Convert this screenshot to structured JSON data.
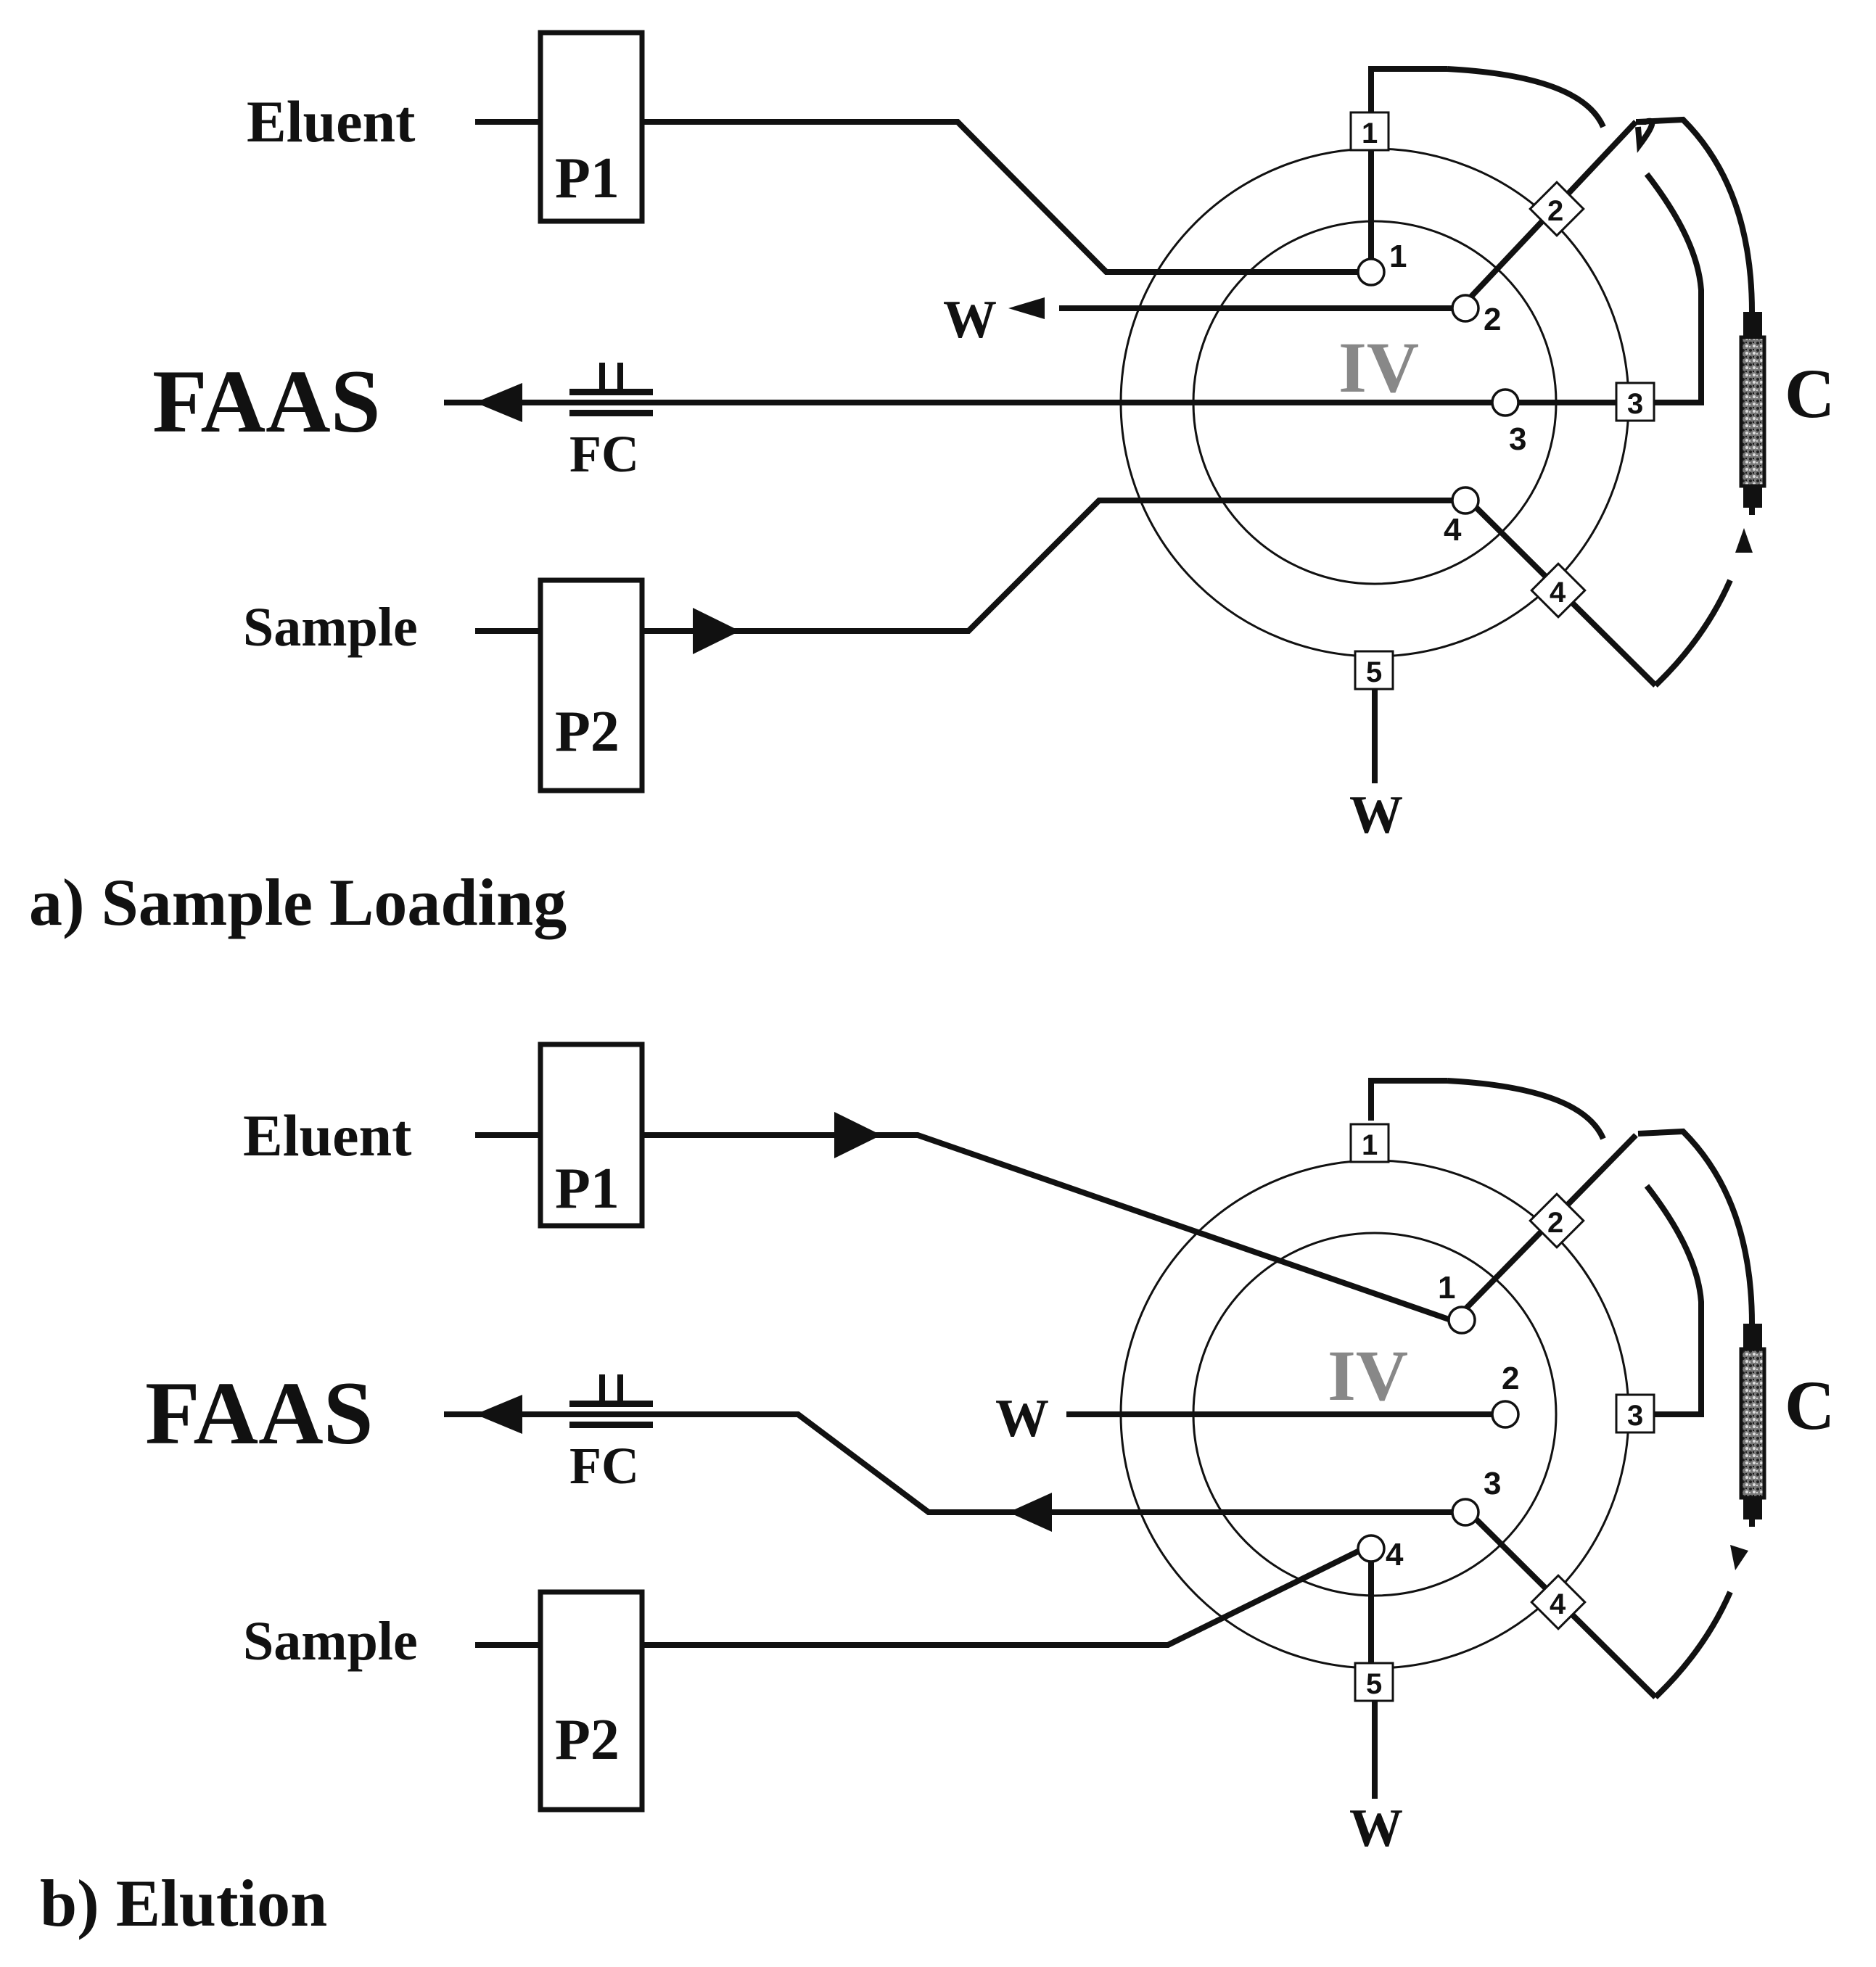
{
  "colors": {
    "line": "#111111",
    "background": "#ffffff",
    "column_fill": "#555555"
  },
  "labels": {
    "eluent": "Eluent",
    "sample": "Sample",
    "faas": "FAAS",
    "fc": "FC",
    "waste": "W",
    "pump1": "P1",
    "pump2": "P2",
    "valve": "IV",
    "column": "C"
  },
  "outer_ports": [
    "1",
    "2",
    "3",
    "4",
    "5"
  ],
  "inner_ports": [
    "1",
    "2",
    "3",
    "4"
  ],
  "panels": [
    {
      "caption": "a) Sample Loading"
    },
    {
      "caption": "b) Elution"
    }
  ]
}
